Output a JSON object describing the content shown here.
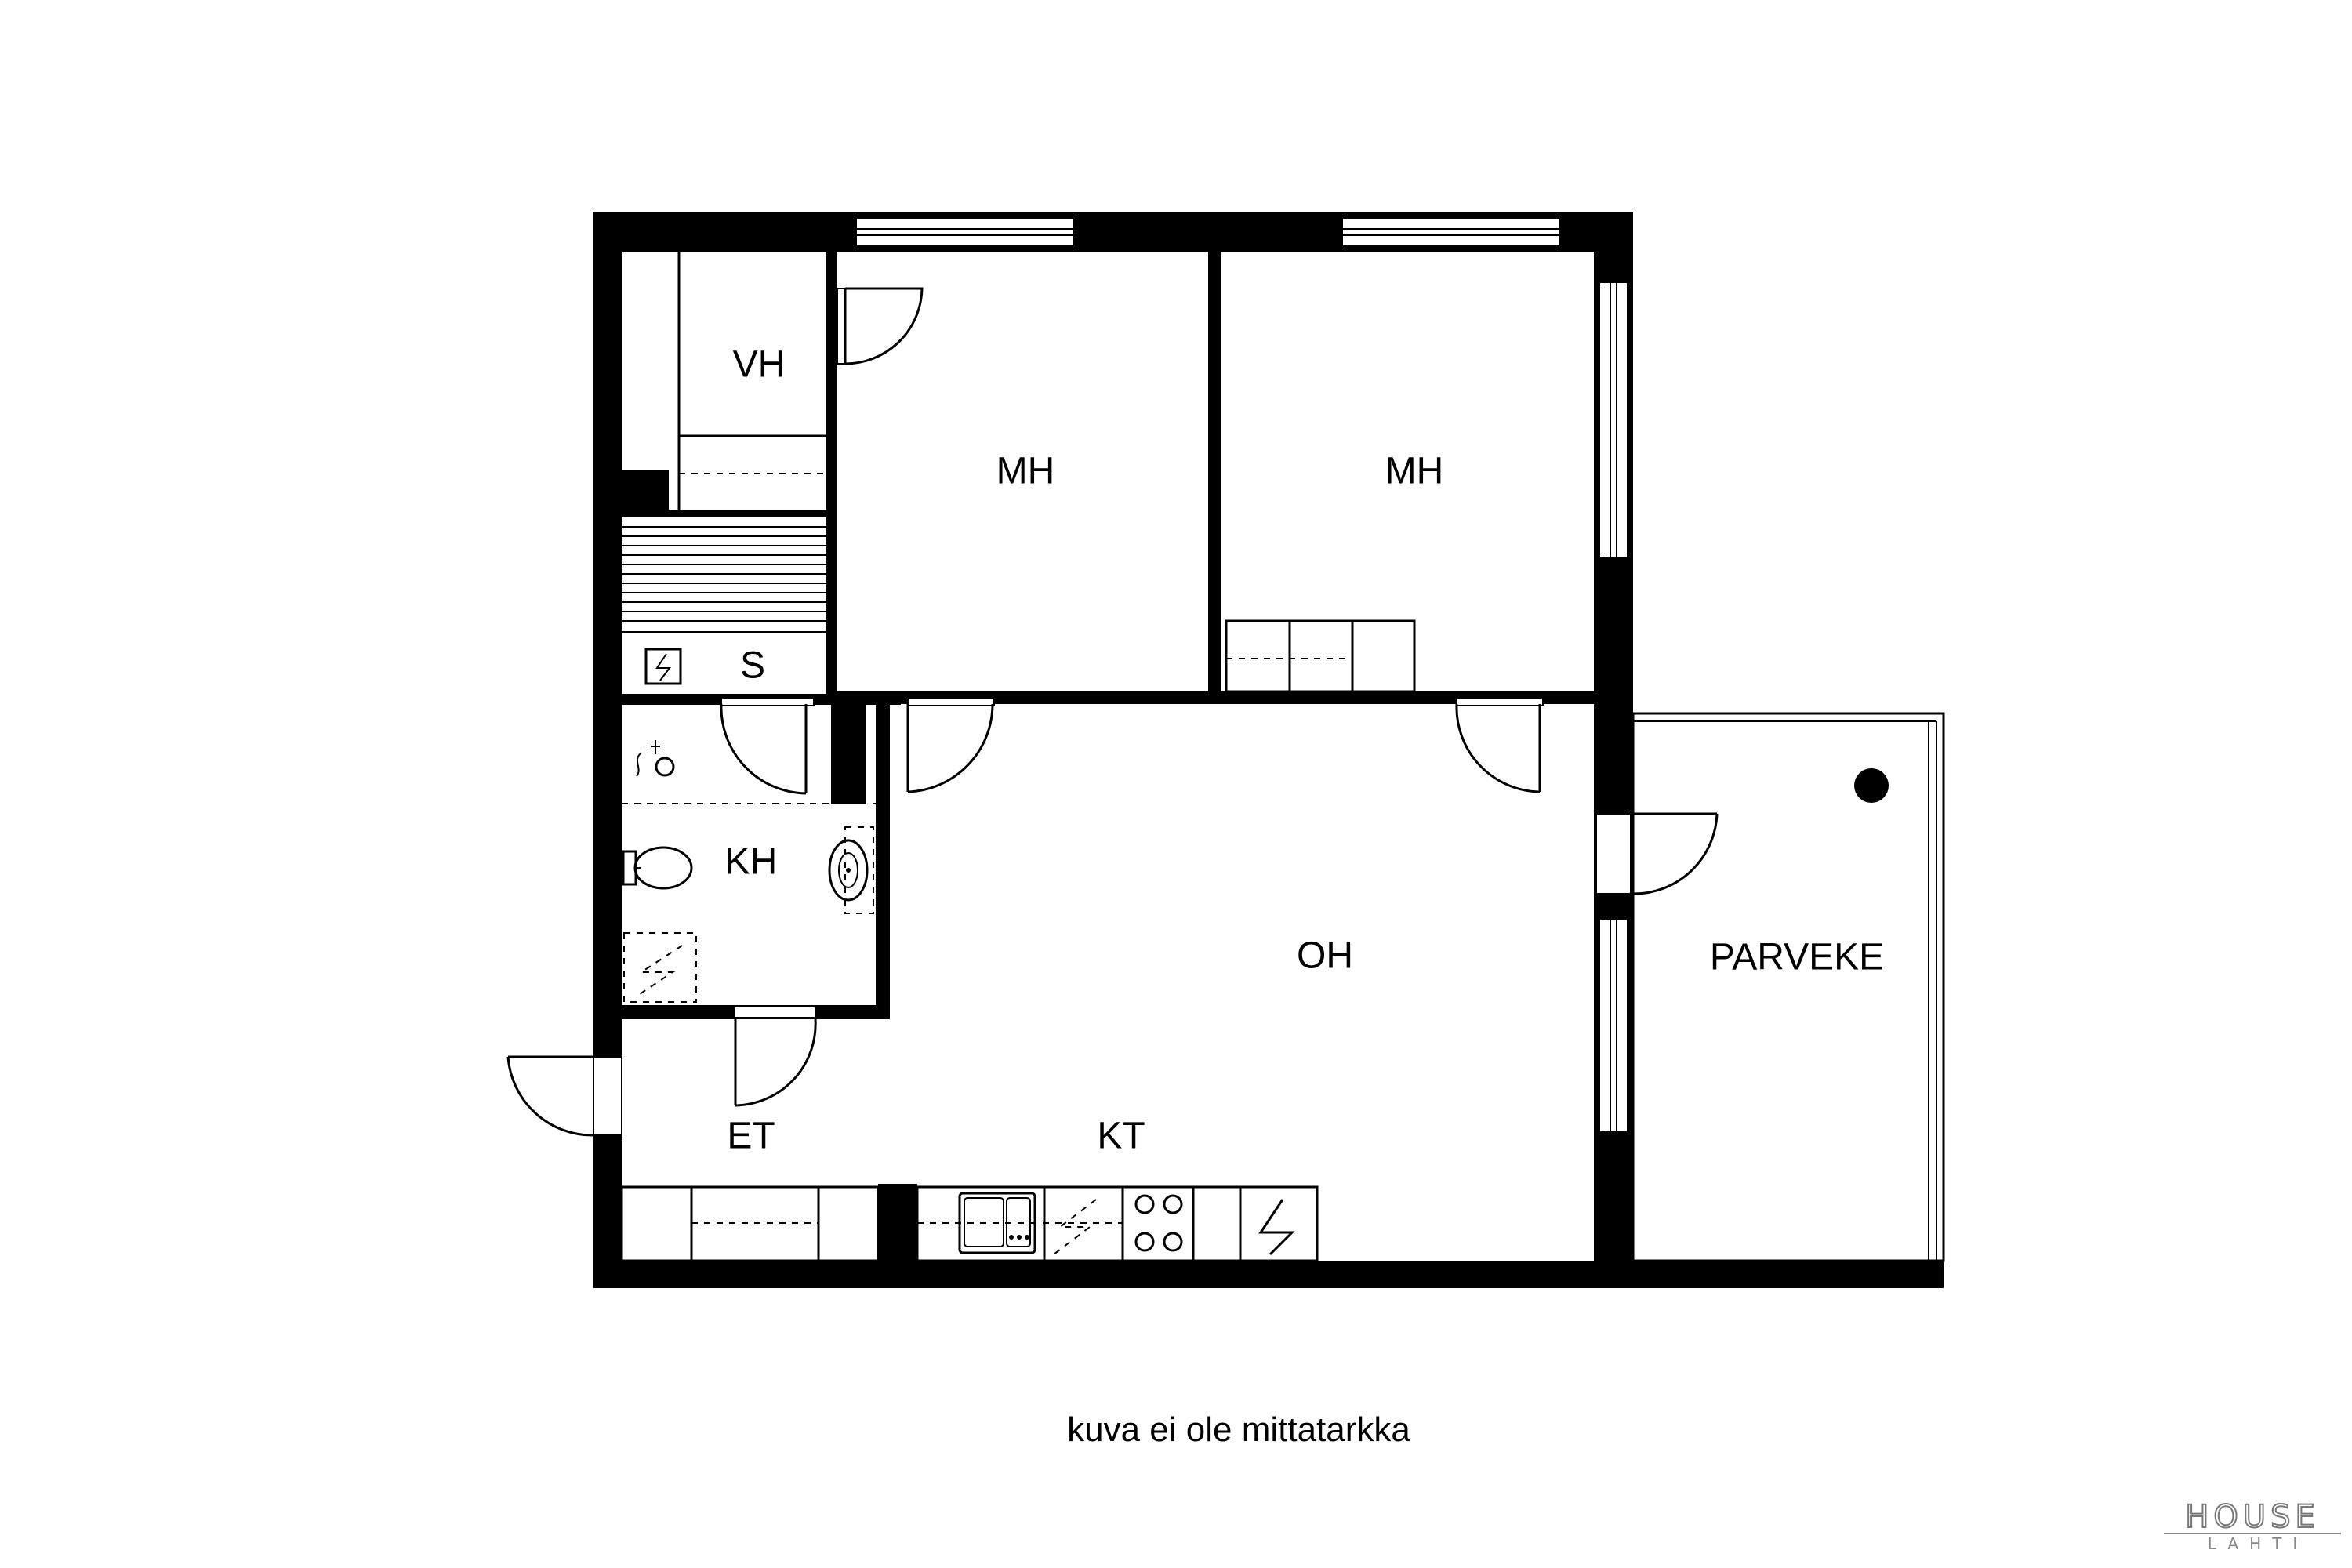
{
  "rooms": {
    "vh": "VH",
    "mh1": "MH",
    "mh2": "MH",
    "s": "S",
    "kh": "KH",
    "oh": "OH",
    "parveke": "PARVEKE",
    "et": "ET",
    "kt": "KT"
  },
  "caption": "kuva ei ole mittatarkka",
  "logo": {
    "main": "HOUSE",
    "sub": "LAHTI"
  }
}
